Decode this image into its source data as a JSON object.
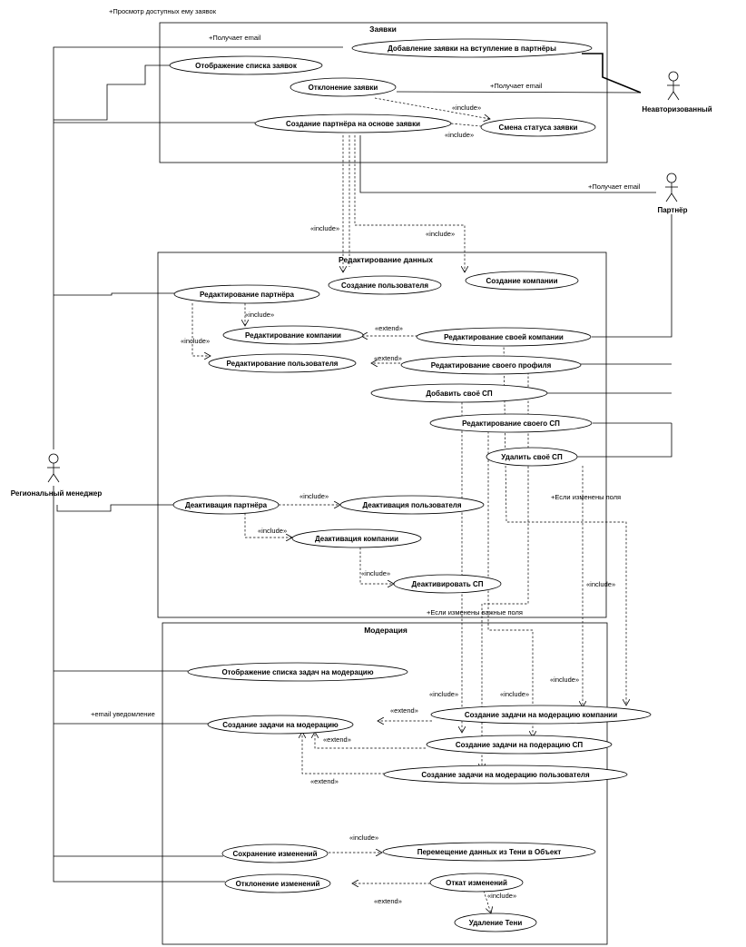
{
  "packages": [
    {
      "id": "p1",
      "title": "Заявки"
    },
    {
      "id": "p2",
      "title": "Редактирование данных"
    },
    {
      "id": "p3",
      "title": "Модерация"
    }
  ],
  "actors": [
    {
      "id": "a_unauth",
      "name": "Неавторизованный"
    },
    {
      "id": "a_partner",
      "name": "Партнёр"
    },
    {
      "id": "a_regional",
      "name": "Региональный менеджер"
    }
  ],
  "usecases": [
    {
      "id": "u1",
      "label": "Добавление заявки на вступление в партнёры"
    },
    {
      "id": "u2",
      "label": "Отображение списка заявок"
    },
    {
      "id": "u3",
      "label": "Отклонение заявки"
    },
    {
      "id": "u4",
      "label": "Создание партнёра на основе заявки"
    },
    {
      "id": "u5",
      "label": "Смена статуса заявки"
    },
    {
      "id": "u6",
      "label": "Создание пользователя"
    },
    {
      "id": "u7",
      "label": "Создание компании"
    },
    {
      "id": "u8",
      "label": "Редактирование партнёра"
    },
    {
      "id": "u9",
      "label": "Редактирование компании"
    },
    {
      "id": "u10",
      "label": "Редактирование своей компании"
    },
    {
      "id": "u11",
      "label": "Редактирование пользователя"
    },
    {
      "id": "u12",
      "label": "Редактирование своего профиля"
    },
    {
      "id": "u13",
      "label": "Добавить своё СП"
    },
    {
      "id": "u14",
      "label": "Редактирование своего СП"
    },
    {
      "id": "u15",
      "label": "Удалить своё СП"
    },
    {
      "id": "u16",
      "label": "Деактивация партнёра"
    },
    {
      "id": "u17",
      "label": "Деактивация пользователя"
    },
    {
      "id": "u18",
      "label": "Деактивация компании"
    },
    {
      "id": "u19",
      "label": "Деактивировать СП"
    },
    {
      "id": "u20",
      "label": "Отображение списка задач на модерацию"
    },
    {
      "id": "u21",
      "label": "Создание задачи на модерацию компании"
    },
    {
      "id": "u22",
      "label": "Создание задачи на модерацию"
    },
    {
      "id": "u23",
      "label": "Создание задачи на подерацию СП"
    },
    {
      "id": "u24",
      "label": "Создание задачи на модерацию пользователя"
    },
    {
      "id": "u25",
      "label": "Сохранение изменений"
    },
    {
      "id": "u26",
      "label": "Перемещение данных из Тени в Объект"
    },
    {
      "id": "u27",
      "label": "Отклонение изменений"
    },
    {
      "id": "u28",
      "label": "Откат изменений"
    },
    {
      "id": "u29",
      "label": "Удаление Тени"
    }
  ],
  "annotations": [
    {
      "id": "t1",
      "text": "+Просмотр доступных ему заявок"
    },
    {
      "id": "t2",
      "text": "+Получает email"
    },
    {
      "id": "t3",
      "text": "+Получает email"
    },
    {
      "id": "t4",
      "text": "+Получает email"
    },
    {
      "id": "t5",
      "text": "«include»"
    },
    {
      "id": "t6",
      "text": "«include»"
    },
    {
      "id": "t7",
      "text": "«include»"
    },
    {
      "id": "t8",
      "text": "«include»"
    },
    {
      "id": "t9",
      "text": "«include»"
    },
    {
      "id": "t10",
      "text": "«include»"
    },
    {
      "id": "t11",
      "text": "«extend»"
    },
    {
      "id": "t12",
      "text": "«extend»"
    },
    {
      "id": "t13",
      "text": "«include»"
    },
    {
      "id": "t14",
      "text": "«include»"
    },
    {
      "id": "t15",
      "text": "«include»"
    },
    {
      "id": "t16",
      "text": "+Если изменены поля"
    },
    {
      "id": "t17",
      "text": "«include»"
    },
    {
      "id": "t18",
      "text": "+Если изменены важные поля"
    },
    {
      "id": "t19",
      "text": "«include»"
    },
    {
      "id": "t20",
      "text": "«include»"
    },
    {
      "id": "t21",
      "text": "«include»"
    },
    {
      "id": "t22",
      "text": "+email уведомление"
    },
    {
      "id": "t23",
      "text": "«extend»"
    },
    {
      "id": "t24",
      "text": "«extend»"
    },
    {
      "id": "t25",
      "text": "«extend»"
    },
    {
      "id": "t26",
      "text": "«include»"
    },
    {
      "id": "t27",
      "text": "«include»"
    },
    {
      "id": "t28",
      "text": "«extend»"
    }
  ]
}
